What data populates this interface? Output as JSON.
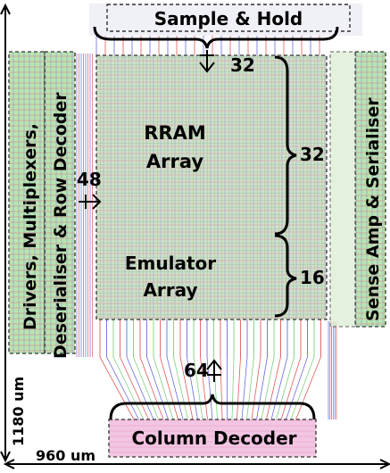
{
  "blocks": {
    "sample_hold": "Sample & Hold",
    "rram_array_line1": "RRAM",
    "rram_array_line2": "Array",
    "emulator_array_line1": "Emulator",
    "emulator_array_line2": "Array",
    "column_decoder": "Column Decoder",
    "left_block_line1": "Drivers, Multiplexers,",
    "left_block_line2": "Deserialiser & Row Decoder",
    "right_block": "Sense Amp & Serialiser"
  },
  "bus_widths": {
    "sample_hold_to_array": "32",
    "rram_rows": "32",
    "emulator_rows": "16",
    "left_input": "48",
    "column_decoder_bus": "64"
  },
  "dimensions": {
    "height": "1180 um",
    "width": "960 um"
  },
  "colors": {
    "wire_red": "#e05a5a",
    "wire_blue": "#6a6adf",
    "wire_green": "#7ed07e",
    "block_green": "#a8e0a0",
    "block_pink": "#f0b8dc",
    "array_fill": "#c8d8c0"
  }
}
